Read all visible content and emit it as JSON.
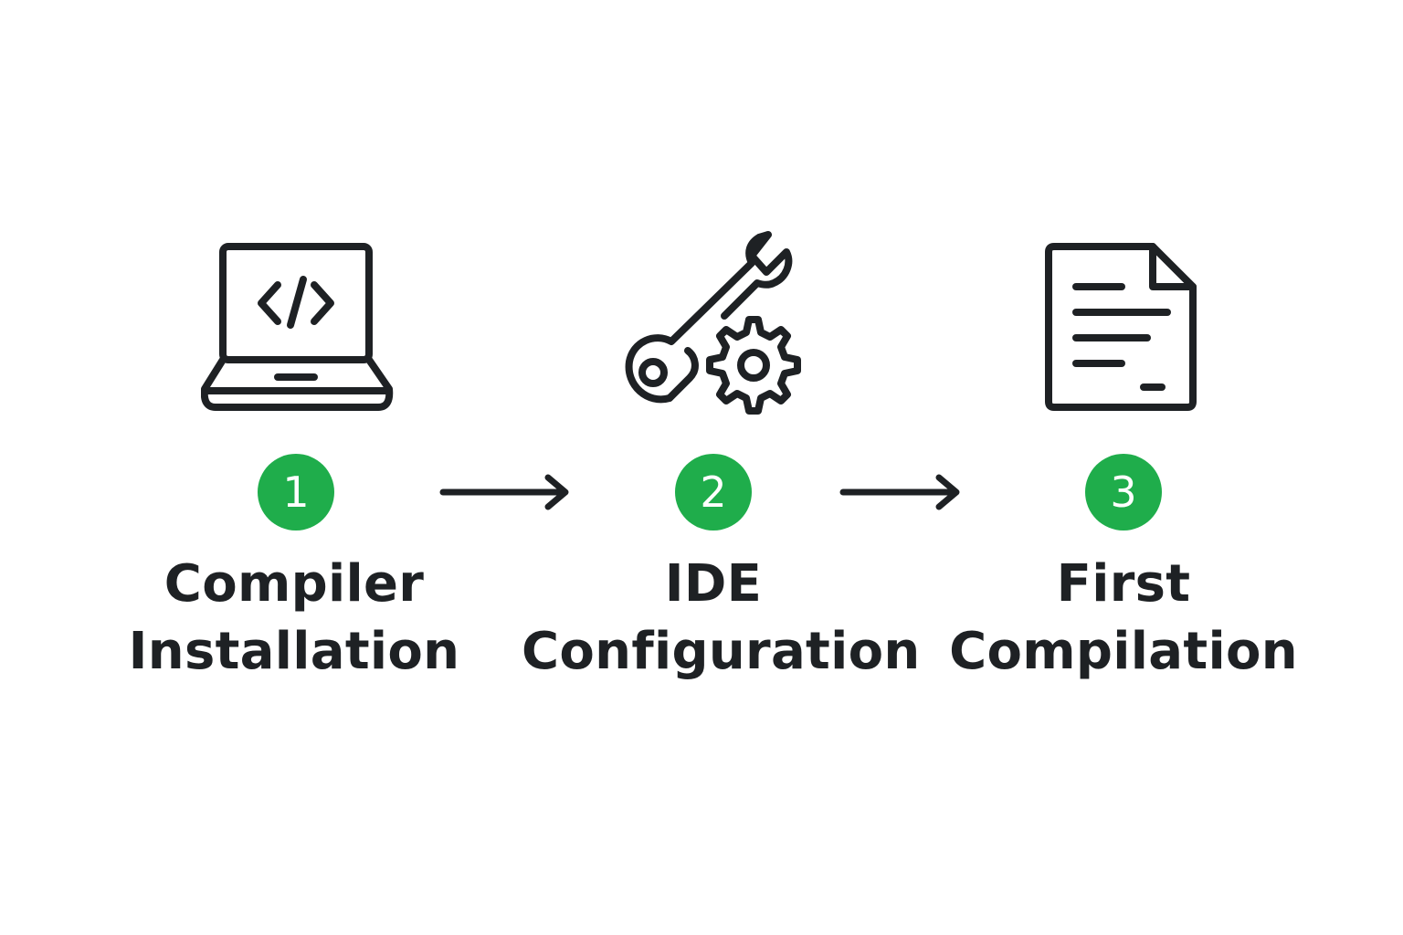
{
  "colors": {
    "accent": "#1fad4b",
    "ink": "#1e2124",
    "background": "#ffffff"
  },
  "steps": [
    {
      "number": "1",
      "icon": "laptop-code-icon",
      "label_line1": "Compiler",
      "label_line2": "Installation"
    },
    {
      "number": "2",
      "icon": "wrench-gear-icon",
      "label_line1": "IDE",
      "label_line2": "Configuration"
    },
    {
      "number": "3",
      "icon": "document-icon",
      "label_line1": "First",
      "label_line2": "Compilation"
    }
  ],
  "connectors": [
    {
      "from": "1",
      "to": "2"
    },
    {
      "from": "2",
      "to": "3"
    }
  ]
}
